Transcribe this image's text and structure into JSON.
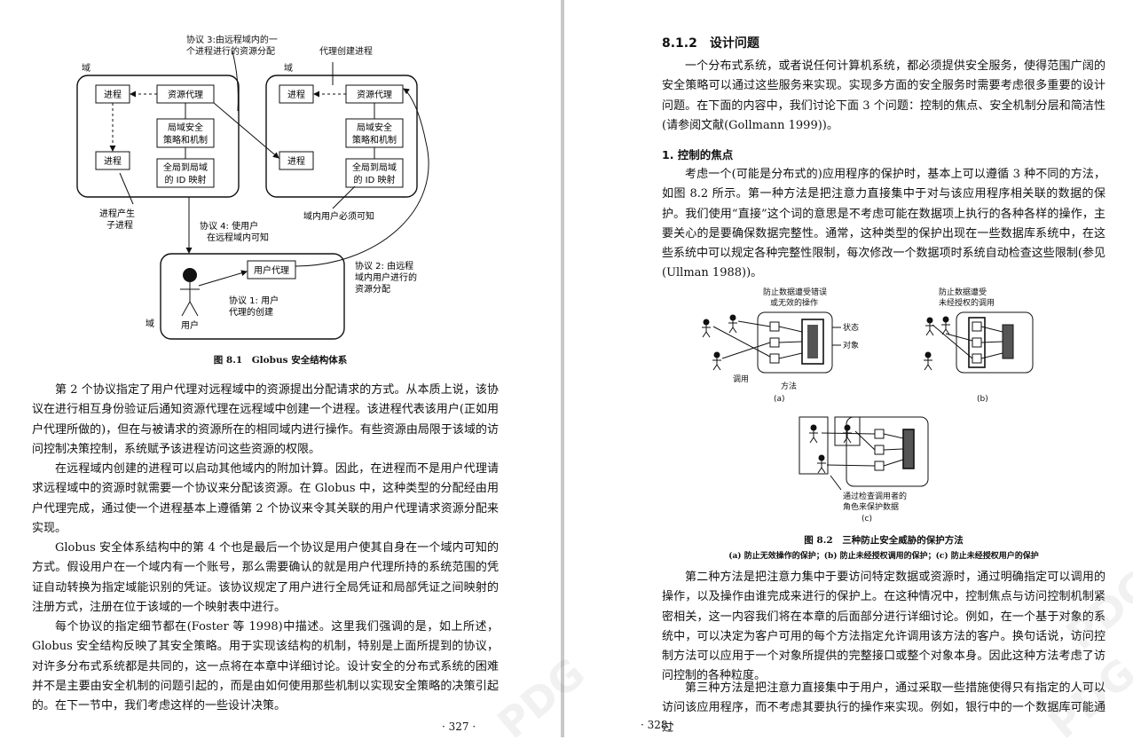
{
  "left_page": {
    "figure_8_1": {
      "label_protocol3": "协议 3:由远程域内的一个进程进行的资源分配",
      "label_proxy_create": "代理创建进程",
      "domain_label": "域",
      "process": "进程",
      "resource_proxy": "资源代理",
      "local_security": "局域安全策略和机制",
      "global_mapping": "全局到局域的 ID 映射",
      "process_spawns": "进程产生子进程",
      "local_user_known": "域内用户必须可知",
      "protocol4": "协议 4: 使用户在远程域内可知",
      "user_proxy": "用户代理",
      "protocol2": "协议 2: 由远程域内用户进行的资源分配",
      "protocol1": "协议 1: 用户代理的创建",
      "user": "用户"
    },
    "caption": "图 8.1　Globus 安全结构体系",
    "paragraphs": [
      "第 2 个协议指定了用户代理对远程域中的资源提出分配请求的方式。从本质上说，该协议在进行相互身份验证后通知资源代理在远程域中创建一个进程。该进程代表该用户(正如用户代理所做的)，但在与被请求的资源所在的相同域内进行操作。有些资源由局限于该域的访问控制决策控制，系统赋予该进程访问这些资源的权限。",
      "在远程域内创建的进程可以启动其他域内的附加计算。因此，在进程而不是用户代理请求远程域中的资源时就需要一个协议来分配该资源。在 Globus 中，这种类型的分配经由用户代理完成，通过使一个进程基本上遵循第 2 个协议来令其关联的用户代理请求资源分配来实现。",
      "Globus 安全体系结构中的第 4 个也是最后一个协议是用户使其自身在一个域内可知的方式。假设用户在一个域内有一个账号，那么需要确认的就是用户代理所持的系统范围的凭证自动转换为指定域能识别的凭证。该协议规定了用户进行全局凭证和局部凭证之间映射的注册方式，注册在位于该域的一个映射表中进行。",
      "每个协议的指定细节都在(Foster 等 1998)中描述。这里我们强调的是，如上所述，Globus 安全结构反映了其安全策略。用于实现该结构的机制，特别是上面所提到的协议，对许多分布式系统都是共同的，这一点将在本章中详细讨论。设计安全的分布式系统的困难并不是主要由安全机制的问题引起的，而是由如何使用那些机制以实现安全策略的决策引起的。在下一节中，我们考虑这样的一些设计决策。"
    ],
    "page_number": "· 327 ·"
  },
  "right_page": {
    "section_title": "8.1.2　设计问题",
    "intro_paragraph": "一个分布式系统，或者说任何计算机系统，都必须提供安全服务，使得范围广阔的安全策略可以通过这些服务来实现。实现多方面的安全服务时需要考虑很多重要的设计问题。在下面的内容中，我们讨论下面 3 个问题：控制的焦点、安全机制分层和简洁性(请参阅文献(Gollmann 1999))。",
    "subsection_title": "1. 控制的焦点",
    "focus_paragraph": "考虑一个(可能是分布式的)应用程序的保护时，基本上可以遵循 3 种不同的方法，如图 8.2 所示。第一种方法是把注意力直接集中于对与该应用程序相关联的数据的保护。我们使用“直接”这个词的意思是不考虑可能在数据项上执行的各种各样的操作，主要关心的是要确保数据完整性。通常，这种类型的保护出现在一些数据库系统中，在这些系统中可以规定各种完整性限制，每次修改一个数据项时系统自动检查这些限制(参见(Ullman 1988))。",
    "figure_8_2": {
      "a_label_top": "防止数据遭受错误或无效的操作",
      "a_state": "状态",
      "a_object": "对象",
      "a_invoke": "调用",
      "a_method": "方法",
      "a_tag": "(a)",
      "b_label_top": "防止数据遭受未经授权的调用",
      "b_tag": "(b)",
      "c_label": "通过检查调用者的角色来保护数据",
      "c_tag": "(c)"
    },
    "caption": "图 8.2　三种防止安全威胁的保护方法",
    "subcaption": "(a) 防止无效操作的保护；(b) 防止未经授权调用的保护；(c) 防止未经授权用户的保护",
    "para_second": "第二种方法是把注意力集中于要访问特定数据或资源时，通过明确指定可以调用的操作，以及操作由谁完成来进行的保护上。在这种情况中，控制焦点与访问控制机制紧密相关，这一内容我们将在本章的后面部分进行详细讨论。例如，在一个基于对象的系统中，可以决定为客户可用的每个方法指定允许调用该方法的客户。换句话说，访问控制方法可以应用于一个对象所提供的完整接口或整个对象本身。因此这种方法考虑了访问控制的各种粒度。",
    "para_third": "第三种方法是把注意力直接集中于用户，通过采取一些措施使得只有指定的人可以访问该应用程序，而不考虑其要执行的操作来实现。例如，银行中的一个数据库可能通过",
    "page_number": "· 328 ·"
  },
  "watermark": "PDG"
}
